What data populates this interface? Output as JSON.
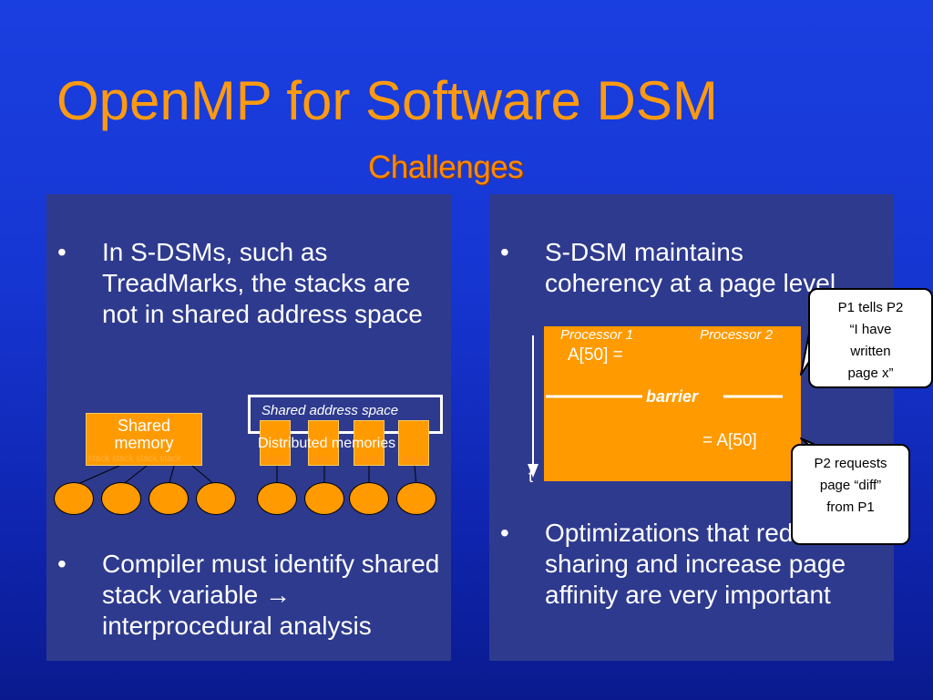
{
  "slide": {
    "title": "OpenMP for Software DSM",
    "subtitle": "Challenges"
  },
  "left_panel": {
    "bullets": [
      {
        "dot": "•",
        "text": "In S-DSMs, such as TreadMarks, the stacks are not in shared address space"
      },
      {
        "dot": "•",
        "text": "Compiler must identify shared stack variable → interprocedural analysis"
      }
    ],
    "diagram": {
      "shared_memory_label": "Shared memory",
      "shared_memory_sublabel": "stack stack stack stack",
      "shared_address_space_label": "Shared address space",
      "distributed_memories_label": "Distributed memories",
      "stack_label": "stack"
    }
  },
  "right_panel": {
    "bullets": [
      {
        "dot": "•",
        "text": "S-DSM maintains coherency at a page level"
      },
      {
        "dot": "•",
        "text": "Optimizations that reduce false sharing and increase page affinity are very important"
      }
    ],
    "timeline": {
      "processor1": "Processor 1",
      "processor2": "Processor 2",
      "write": "A[50] =",
      "barrier": "barrier",
      "read": "= A[50]",
      "time_axis": "t"
    },
    "callouts": {
      "p1_tells_p2": "P1 tells P2 “I have written page x”",
      "p2_requests": "P2 requests page “diff” from P1"
    }
  },
  "colors": {
    "accent_orange": "#ff9a00",
    "panel": "#2e3a8e",
    "background": "#1636d2"
  }
}
